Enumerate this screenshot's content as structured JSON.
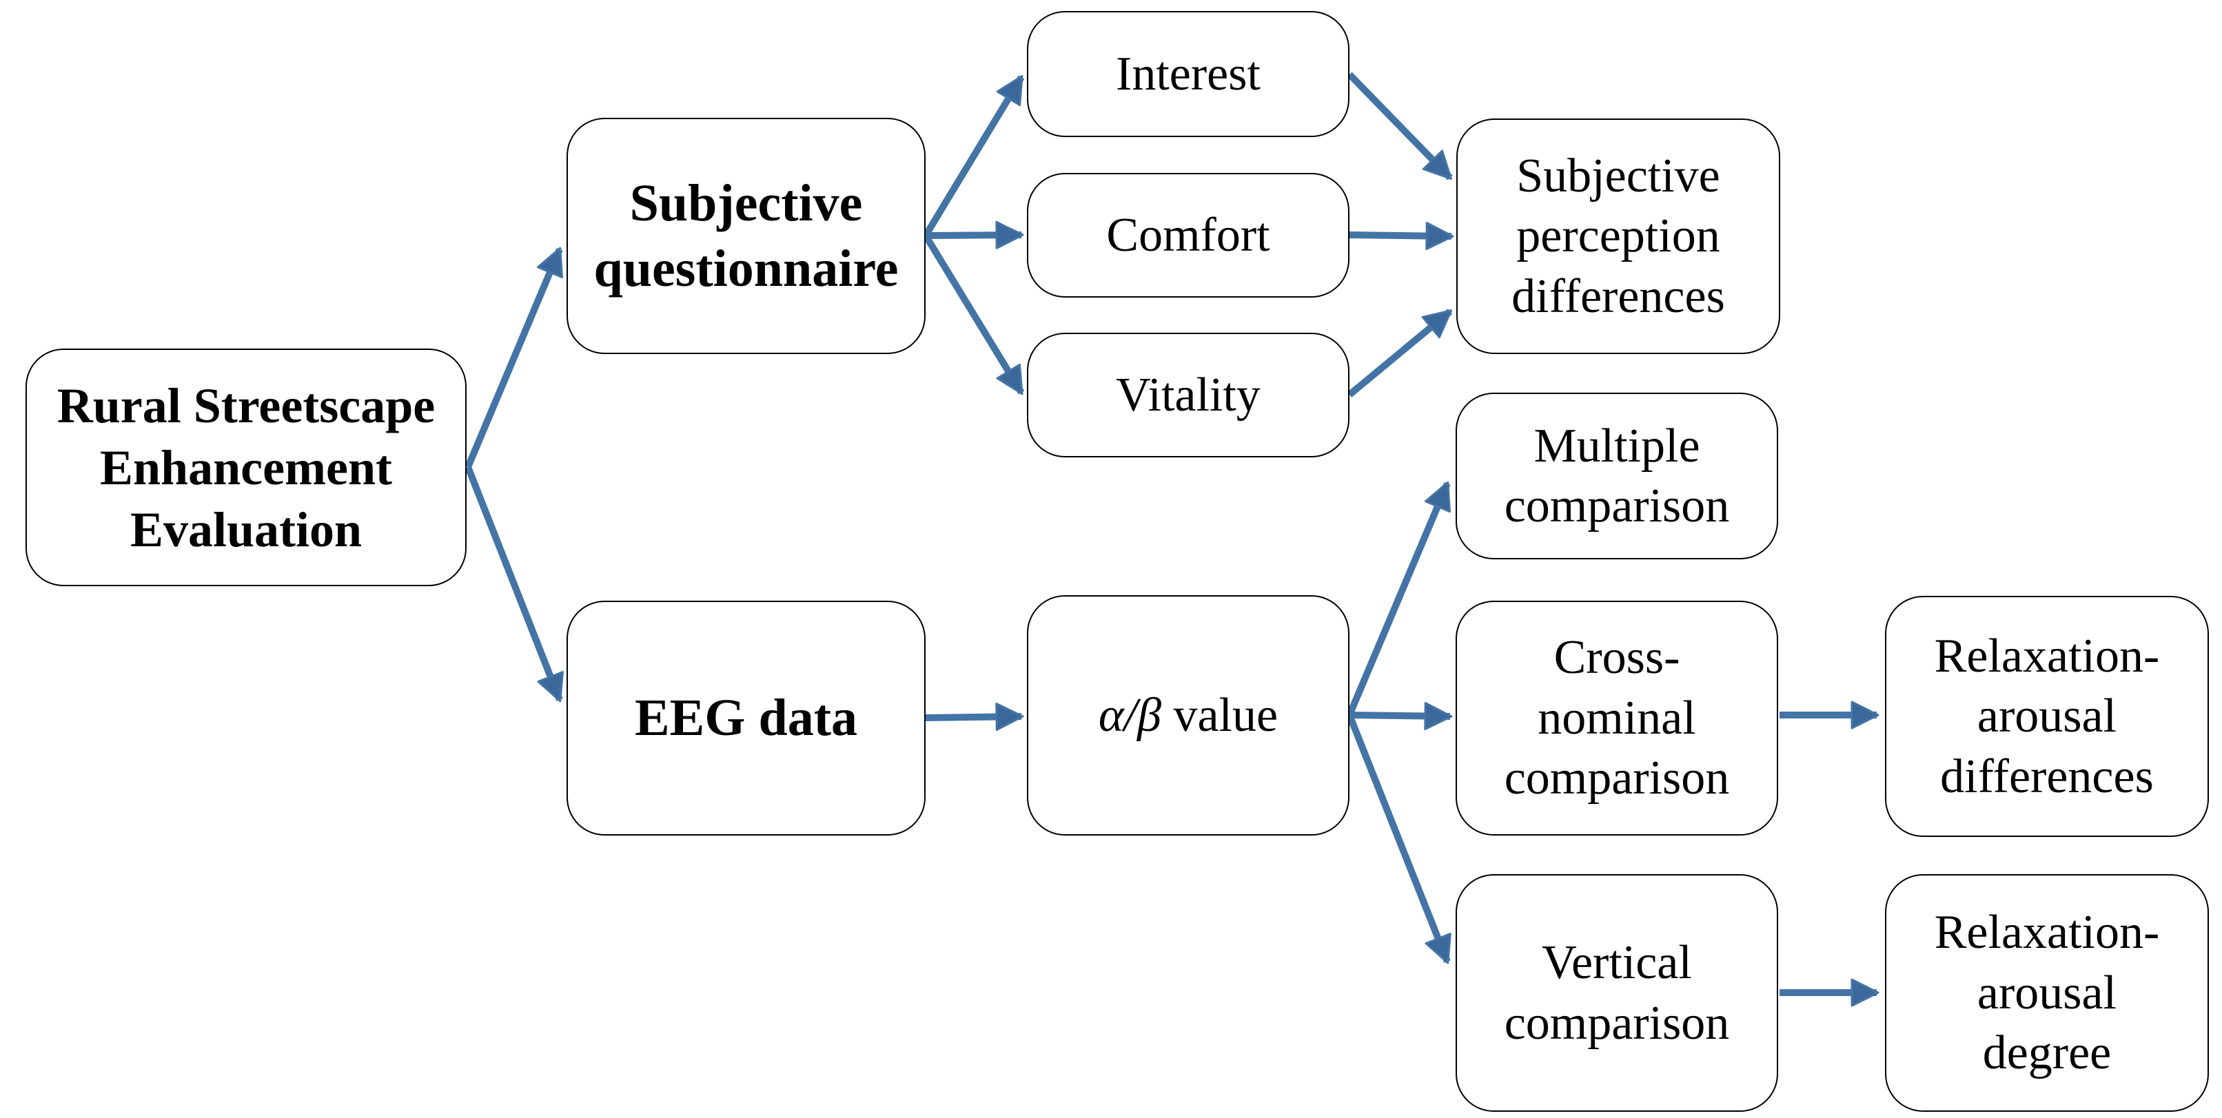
{
  "figure": {
    "arrow_color": "#4474A6",
    "arrowhead_color": "#3B689B",
    "border_color": "#000000",
    "node_bg": "#ffffff",
    "canvas_bg": "#ffffff",
    "text_color": "#000000"
  },
  "nodes": {
    "rural": {
      "label": "Rural Streetscape\nEnhancement\nEvaluation",
      "bold": true
    },
    "subjective_questionnaire": {
      "label": "Subjective\nquestionnaire",
      "bold": true
    },
    "interest": {
      "label": "Interest",
      "bold": false
    },
    "comfort": {
      "label": "Comfort",
      "bold": false
    },
    "vitality": {
      "label": "Vitality",
      "bold": false
    },
    "subjective_perception": {
      "label": "Subjective\nperception\ndifferences",
      "bold": false
    },
    "eeg_data": {
      "label": "EEG data",
      "bold": true
    },
    "ab_value": {
      "math": "α/β",
      "rest": " value",
      "bold": false
    },
    "multiple_comparison": {
      "label": "Multiple\ncomparison",
      "bold": false
    },
    "cross_nominal": {
      "label": "Cross-\nnominal\ncomparison",
      "bold": false
    },
    "vertical_comparison": {
      "label": "Vertical\ncomparison",
      "bold": false
    },
    "relaxation_differences": {
      "label": "Relaxation-\narousal\ndifferences",
      "bold": false
    },
    "relaxation_degree": {
      "label": "Relaxation-\narousal\ndegree",
      "bold": false
    }
  },
  "edges": [
    {
      "name": "rural-to-subjective-questionnaire"
    },
    {
      "name": "rural-to-eeg-data"
    },
    {
      "name": "subjective-questionnaire-to-interest"
    },
    {
      "name": "subjective-questionnaire-to-comfort"
    },
    {
      "name": "subjective-questionnaire-to-vitality"
    },
    {
      "name": "interest-to-subjective-perception-differences"
    },
    {
      "name": "comfort-to-subjective-perception-differences"
    },
    {
      "name": "vitality-to-subjective-perception-differences"
    },
    {
      "name": "eeg-data-to-alpha-beta-value"
    },
    {
      "name": "alpha-beta-value-to-multiple-comparison"
    },
    {
      "name": "alpha-beta-value-to-cross-nominal-comparison"
    },
    {
      "name": "alpha-beta-value-to-vertical-comparison"
    },
    {
      "name": "cross-nominal-comparison-to-relaxation-arousal-differences"
    },
    {
      "name": "vertical-comparison-to-relaxation-arousal-degree"
    }
  ]
}
